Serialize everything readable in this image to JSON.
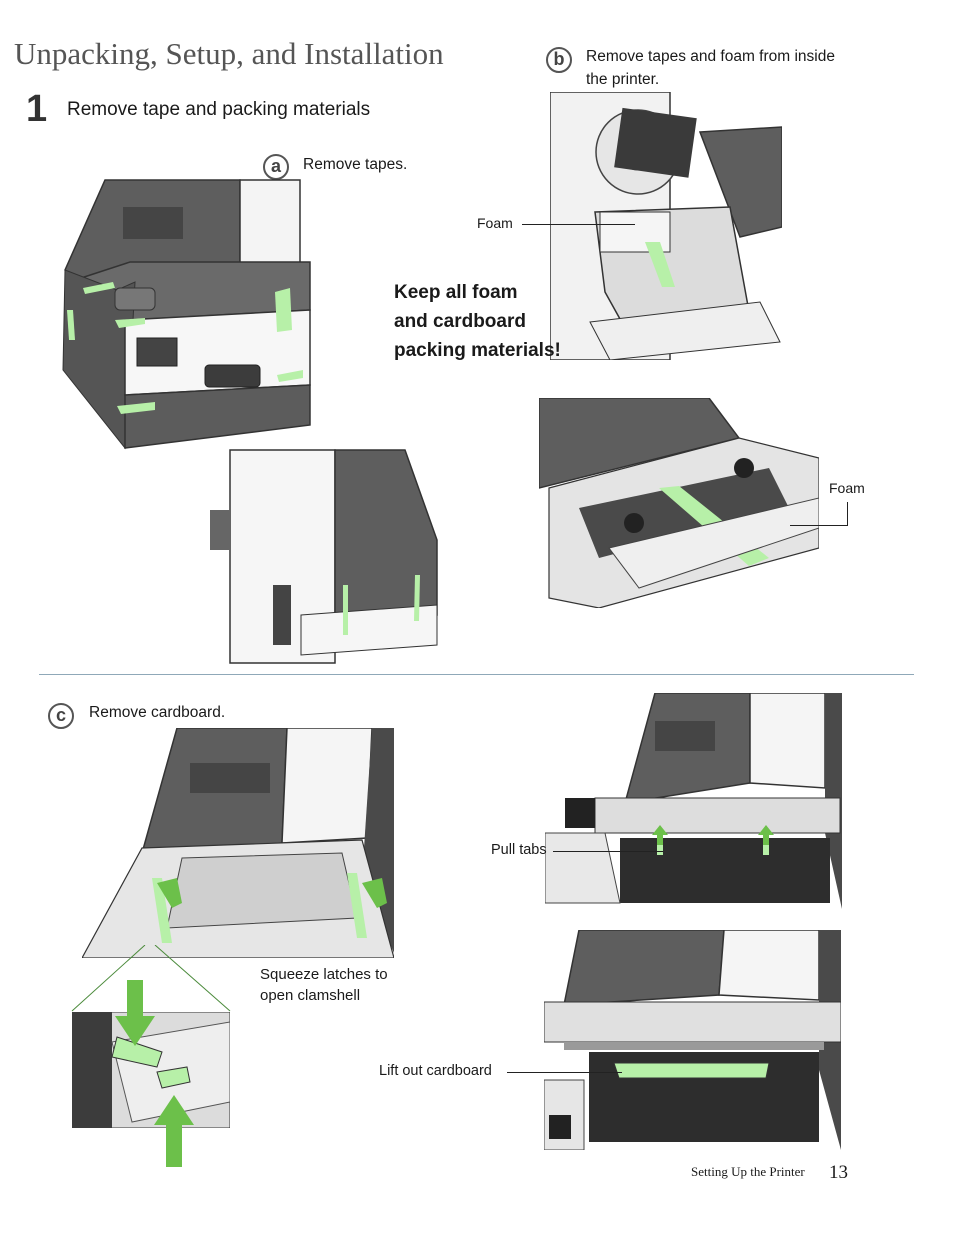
{
  "page": {
    "title": "Unpacking, Setup, and Installation",
    "step_number": "1",
    "step_title": "Remove tape and packing materials",
    "section_a": {
      "badge": "a",
      "text": "Remove tapes."
    },
    "section_b": {
      "badge": "b",
      "text_line1": "Remove tapes and foam from inside",
      "text_line2": "the printer."
    },
    "foam_label_top": "Foam",
    "foam_label_mid": "Foam",
    "keep_line1": "Keep all foam",
    "keep_line2": "and cardboard",
    "keep_line3": "packing materials!",
    "section_c": {
      "badge": "c",
      "text": "Remove cardboard."
    },
    "squeeze_line1": "Squeeze latches to",
    "squeeze_line2": "open clamshell",
    "pull_tabs": "Pull tabs",
    "lift_out": "Lift out cardboard",
    "footer_text": "Setting Up the Printer",
    "page_number": "13"
  },
  "colors": {
    "tape_green": "#b7f0a8",
    "printer_dark": "#5e5e5e",
    "arrow_green": "#6cc04a",
    "divider": "#8fa8b8"
  }
}
